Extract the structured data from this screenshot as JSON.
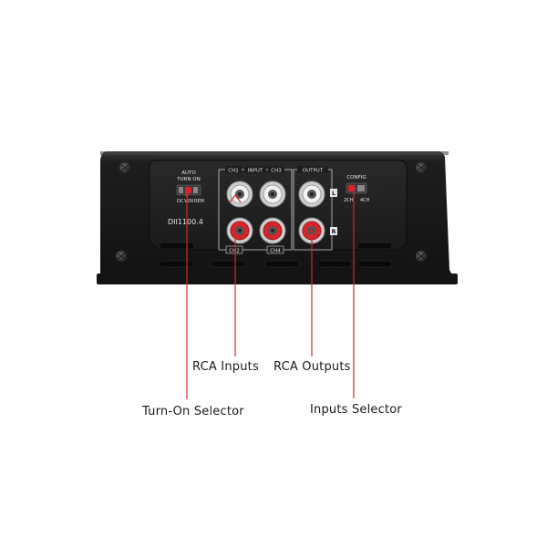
{
  "amplifier": {
    "model": "DII1100.4",
    "auto_turn_on_label_line1": "AUTO",
    "auto_turn_on_label_line2": "TURN ON",
    "turn_on_options": [
      "DC",
      "VOX",
      "REM"
    ],
    "input_group_label": "INPUT",
    "input_channel_labels": [
      "CH1",
      "CH3",
      "CH2",
      "CH4"
    ],
    "output_group_label": "OUTPUT",
    "output_side_labels": [
      "L",
      "R"
    ],
    "config_label": "CONFIG",
    "config_options": [
      "2CH",
      "4CH"
    ]
  },
  "callouts": {
    "rca_inputs": "RCA Inputs",
    "rca_outputs": "RCA Outputs",
    "turn_on_selector": "Turn-On Selector",
    "inputs_selector": "Inputs Selector"
  },
  "colors": {
    "leader_line": "#d22b2b",
    "rca_red": "#d8232a",
    "rca_white": "#f2f2f2",
    "chassis": "#1c1c1c"
  }
}
